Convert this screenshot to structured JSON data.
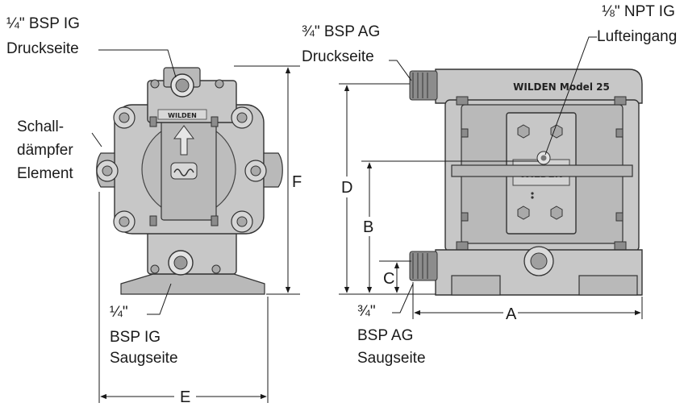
{
  "left_view": {
    "discharge_port": {
      "size": "¼\" BSP IG",
      "side": "Druckseite"
    },
    "muffler": {
      "line1": "Schall-",
      "line2": "dämpfer",
      "line3": "Element"
    },
    "suction_port": {
      "size": "¼\"",
      "type": "BSP IG",
      "side": "Saugseite"
    },
    "brand_plate": "WILDEN",
    "dimensions": {
      "height": "F",
      "width": "E"
    }
  },
  "right_view": {
    "discharge_port": {
      "size": "¾\" BSP AG",
      "side": "Druckseite"
    },
    "air_inlet": {
      "size": "⅛\" NPT IG",
      "name": "Lufteingang"
    },
    "suction_port": {
      "size": "¾\"",
      "type": "BSP AG",
      "side": "Saugseite"
    },
    "model_label": "WILDEN Model 25",
    "center_label": "WILDEN",
    "dimensions": {
      "overall_height": "D",
      "air_inlet_height": "B",
      "suction_height": "C",
      "length": "A"
    }
  }
}
